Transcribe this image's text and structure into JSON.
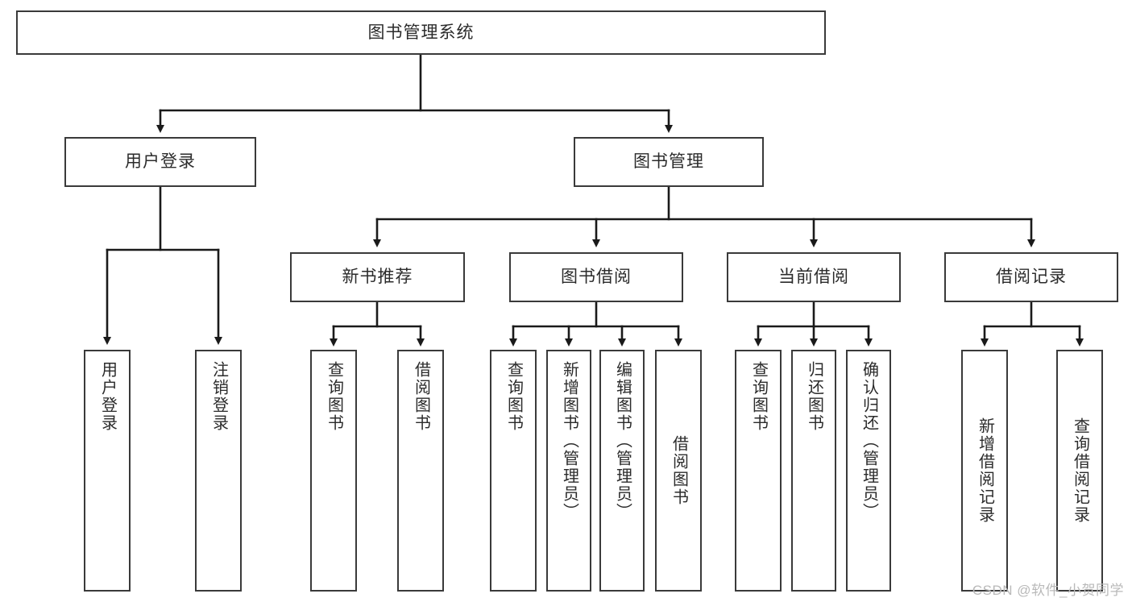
{
  "diagram": {
    "type": "tree",
    "title": "图书管理系统",
    "root": {
      "label": "图书管理系统"
    },
    "level2": [
      {
        "label": "用户登录"
      },
      {
        "label": "图书管理"
      }
    ],
    "level3": [
      {
        "label": "新书推荐"
      },
      {
        "label": "图书借阅"
      },
      {
        "label": "当前借阅"
      },
      {
        "label": "借阅记录"
      }
    ],
    "leaves": {
      "user_login": [
        {
          "label": "用户登录"
        },
        {
          "label": "注销登录"
        }
      ],
      "new_book_recommend": [
        {
          "label": "查询图书"
        },
        {
          "label": "借阅图书"
        }
      ],
      "book_borrow": [
        {
          "label": "查询图书"
        },
        {
          "label": "新增图书（管理员）"
        },
        {
          "label": "编辑图书（管理员）"
        },
        {
          "label": "借阅图书"
        }
      ],
      "current_borrow": [
        {
          "label": "查询图书"
        },
        {
          "label": "归还图书"
        },
        {
          "label": "确认归还（管理员）"
        }
      ],
      "borrow_record": [
        {
          "label": "新增借阅记录"
        },
        {
          "label": "查询借阅记录"
        }
      ]
    }
  },
  "watermark": {
    "text": "CSDN @软件_小贺同学"
  },
  "colors": {
    "box_border": "#3a3a3a",
    "box_fill": "#ffffff",
    "text": "#2b2b2b",
    "wire": "#1a1a1a",
    "watermark": "#b9b9b9",
    "background": "#ffffff"
  }
}
